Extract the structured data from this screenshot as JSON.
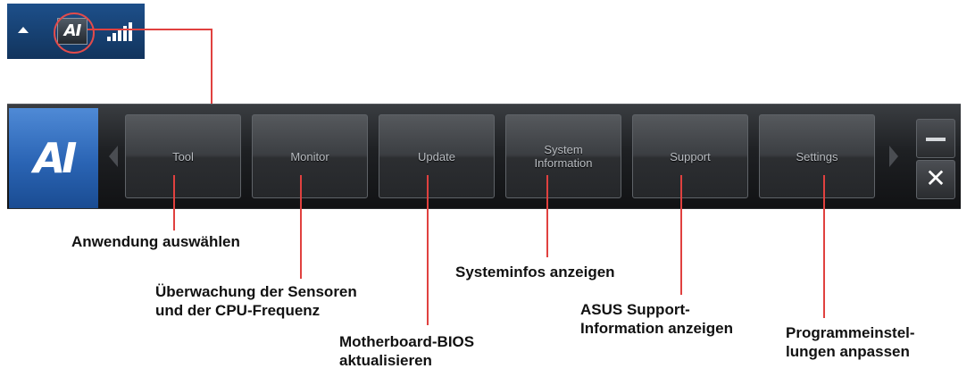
{
  "tray": {
    "icons": [
      "expand-arrow-icon",
      "ai-suite-tray-icon",
      "signal-strength-icon"
    ]
  },
  "toolbar": {
    "logo_text": "AI",
    "buttons": [
      {
        "label": "Tool"
      },
      {
        "label": "Monitor"
      },
      {
        "label": "Update"
      },
      {
        "label": "System\nInformation"
      },
      {
        "label": "Support"
      },
      {
        "label": "Settings"
      }
    ],
    "close_symbol": "✕"
  },
  "annotations": {
    "tool": "Anwendung auswählen",
    "monitor": "Überwachung der Sensoren\nund der CPU-Frequenz",
    "update": "Motherboard-BIOS\naktualisieren",
    "system_information": "Systeminfos anzeigen",
    "support": "ASUS Support-\nInformation anzeigen",
    "settings": "Programmeinstel-\nlungen anpassen"
  },
  "colors": {
    "callout_line": "#e0413f",
    "tray_background": "#163f6f",
    "logo_tile": "#2a64b4",
    "toolbar_background": "#1e2023"
  }
}
